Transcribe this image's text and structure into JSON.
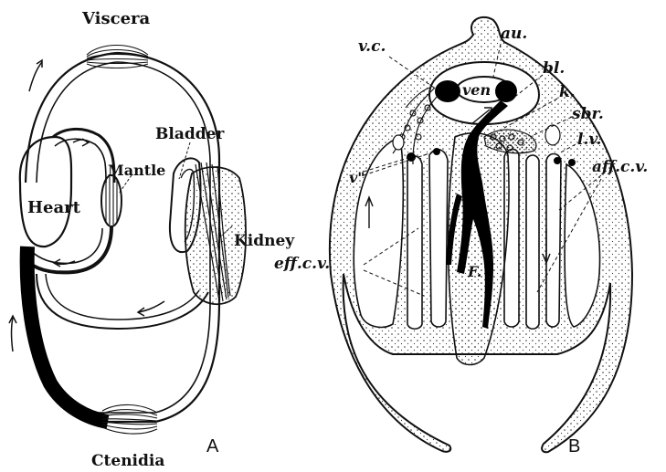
{
  "panel_a": {
    "letter": "A",
    "labels": {
      "viscera": "Viscera",
      "mantle": "Mantle",
      "heart": "Heart",
      "bladder": "Bladder",
      "kidney": "Kidney",
      "ctenidia": "Ctenidia"
    }
  },
  "panel_b": {
    "letter": "B",
    "labels": {
      "vc": "v.c.",
      "au": "au.",
      "ven": "ven",
      "bl": "bl.",
      "k": "k.",
      "sbr": "sbr.",
      "lv": "l.v.",
      "vpp": "v\"",
      "affcv": "aff.c.v.",
      "effcv": "eff.c.v.",
      "F": "F."
    }
  }
}
